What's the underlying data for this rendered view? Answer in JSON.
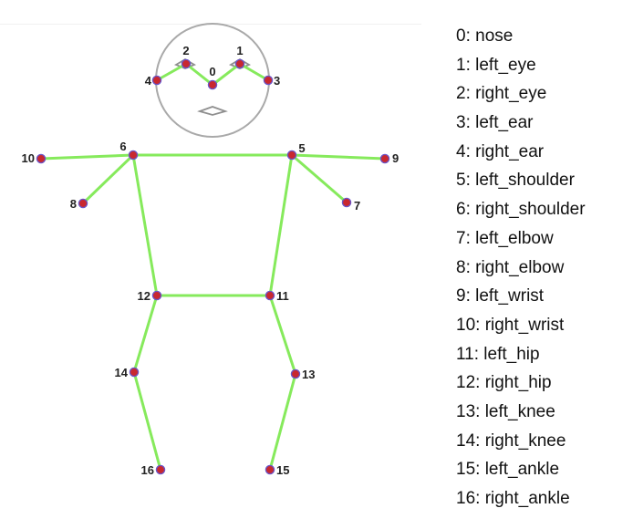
{
  "colors": {
    "bone": "#86ea5c",
    "joint_fill": "#c8282f",
    "joint_stroke": "#6a55c8",
    "head_outline": "#a9a9a9",
    "label_text": "#222222"
  },
  "keypoints": [
    {
      "id": "0",
      "label": "0: nose"
    },
    {
      "id": "1",
      "label": "1: left_eye"
    },
    {
      "id": "2",
      "label": "2: right_eye"
    },
    {
      "id": "3",
      "label": "3: left_ear"
    },
    {
      "id": "4",
      "label": "4: right_ear"
    },
    {
      "id": "5",
      "label": "5: left_shoulder"
    },
    {
      "id": "6",
      "label": "6: right_shoulder"
    },
    {
      "id": "7",
      "label": "7: left_elbow"
    },
    {
      "id": "8",
      "label": "8: right_elbow"
    },
    {
      "id": "9",
      "label": "9: left_wrist"
    },
    {
      "id": "10",
      "label": "10: right_wrist"
    },
    {
      "id": "11",
      "label": "11: left_hip"
    },
    {
      "id": "12",
      "label": "12: right_hip"
    },
    {
      "id": "13",
      "label": "13: left_knee"
    },
    {
      "id": "14",
      "label": "14: right_knee"
    },
    {
      "id": "15",
      "label": "15: left_ankle"
    },
    {
      "id": "16",
      "label": "16: right_ankle"
    }
  ],
  "connections": [
    [
      "4",
      "2"
    ],
    [
      "2",
      "0"
    ],
    [
      "0",
      "1"
    ],
    [
      "1",
      "3"
    ],
    [
      "10",
      "6"
    ],
    [
      "6",
      "8"
    ],
    [
      "6",
      "5"
    ],
    [
      "5",
      "9"
    ],
    [
      "5",
      "7"
    ],
    [
      "6",
      "12"
    ],
    [
      "5",
      "11"
    ],
    [
      "12",
      "11"
    ],
    [
      "12",
      "14"
    ],
    [
      "14",
      "16"
    ],
    [
      "11",
      "13"
    ],
    [
      "13",
      "15"
    ]
  ]
}
